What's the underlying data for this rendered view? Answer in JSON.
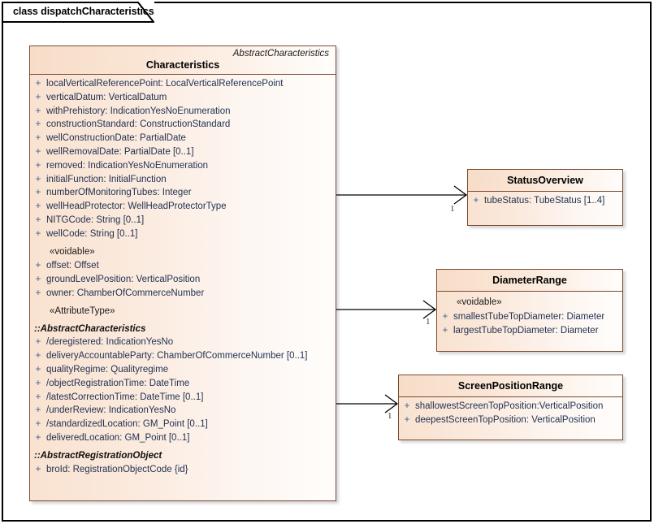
{
  "diagram": {
    "tab_label": "class dispatchCharacteristics"
  },
  "main_class": {
    "parent": "AbstractCharacteristics",
    "name": "Characteristics",
    "attributes": [
      {
        "visibility": "+",
        "text": "localVerticalReferencePoint: LocalVerticalReferencePoint"
      },
      {
        "visibility": "+",
        "text": "verticalDatum: VerticalDatum"
      },
      {
        "visibility": "+",
        "text": "withPrehistory: IndicationYesNoEnumeration"
      },
      {
        "visibility": "+",
        "text": "constructionStandard: ConstructionStandard"
      },
      {
        "visibility": "+",
        "text": "wellConstructionDate: PartialDate"
      },
      {
        "visibility": "+",
        "text": "wellRemovalDate: PartialDate [0..1]"
      },
      {
        "visibility": "+",
        "text": "removed: IndicationYesNoEnumeration"
      },
      {
        "visibility": "+",
        "text": "initialFunction: InitialFunction"
      },
      {
        "visibility": "+",
        "text": "numberOfMonitoringTubes: Integer"
      },
      {
        "visibility": "+",
        "text": "wellHeadProtector: WellHeadProtectorType"
      },
      {
        "visibility": "+",
        "text": "NITGCode: String [0..1]"
      },
      {
        "visibility": "+",
        "text": "wellCode: String [0..1]"
      }
    ],
    "voidable_stereotype": "«voidable»",
    "voidable_attributes": [
      {
        "visibility": "+",
        "text": "offset: Offset"
      },
      {
        "visibility": "+",
        "text": "groundLevelPosition: VerticalPosition"
      },
      {
        "visibility": "+",
        "text": "owner: ChamberOfCommerceNumber"
      }
    ],
    "attributetype_stereotype": "«AttributeType»",
    "inherited_sections": [
      {
        "title": "::AbstractCharacteristics",
        "attributes": [
          {
            "visibility": "+",
            "text": "/deregistered: IndicationYesNo"
          },
          {
            "visibility": "+",
            "text": "deliveryAccountableParty: ChamberOfCommerceNumber [0..1]"
          },
          {
            "visibility": "+",
            "text": "qualityRegime: Qualityregime"
          },
          {
            "visibility": "+",
            "text": "/objectRegistrationTime: DateTime"
          },
          {
            "visibility": "+",
            "text": "/latestCorrectionTime: DateTime [0..1]"
          },
          {
            "visibility": "+",
            "text": "/underReview: IndicationYesNo"
          },
          {
            "visibility": "+",
            "text": "/standardizedLocation: GM_Point [0..1]"
          },
          {
            "visibility": "+",
            "text": "deliveredLocation: GM_Point [0..1]"
          }
        ]
      },
      {
        "title": "::AbstractRegistrationObject",
        "attributes": [
          {
            "visibility": "+",
            "text": "broId: RegistrationObjectCode {id}"
          }
        ]
      }
    ]
  },
  "related_classes": [
    {
      "id": "status-overview",
      "name": "StatusOverview",
      "stereotype": null,
      "attributes": [
        {
          "visibility": "+",
          "text": "tubeStatus: TubeStatus [1..4]"
        }
      ]
    },
    {
      "id": "diameter-range",
      "name": "DiameterRange",
      "stereotype": "«voidable»",
      "attributes": [
        {
          "visibility": "+",
          "text": "smallestTubeTopDiameter: Diameter"
        },
        {
          "visibility": "+",
          "text": "largestTubeTopDiameter: Diameter"
        }
      ]
    },
    {
      "id": "screen-position-range",
      "name": "ScreenPositionRange",
      "stereotype": null,
      "attributes": [
        {
          "visibility": "+",
          "text": "shallowestScreenTopPosition:VerticalPosition"
        },
        {
          "visibility": "+",
          "text": "deepestScreenTopPosition: VerticalPosition"
        }
      ]
    }
  ],
  "connectors": [
    {
      "id": "conn-status-overview",
      "multiplicity": "1"
    },
    {
      "id": "conn-diameter-range",
      "multiplicity": "1"
    },
    {
      "id": "conn-screen-position-range",
      "multiplicity": "1"
    }
  ],
  "colors": {
    "class_fill_left": "#f9e2d0",
    "class_fill_right": "#fffdfb",
    "class_border": "#7a4a32",
    "attribute_text": "#1f3050",
    "visibility_marker": "#41608c",
    "frame_border": "#000000"
  }
}
